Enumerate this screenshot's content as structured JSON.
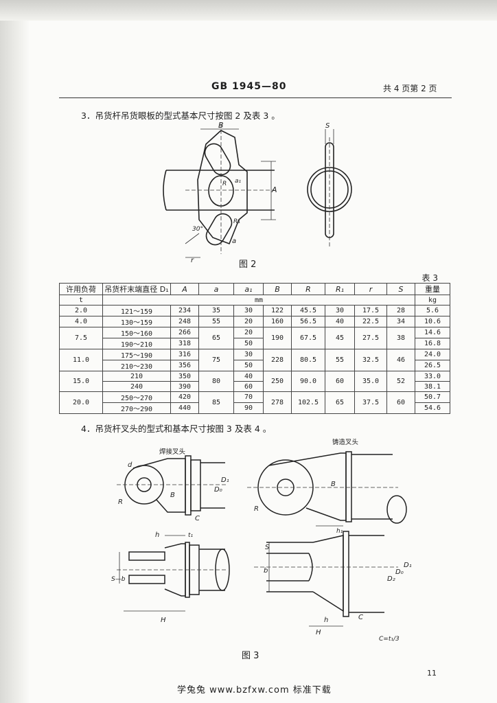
{
  "header": {
    "standard_no": "GB 1945—80",
    "page_info": "共 4 页第 2 页"
  },
  "section3": {
    "text": "3．吊货杆吊货眼板的型式基本尺寸按图 2 及表 3 。",
    "figure_caption": "图 2",
    "labels": {
      "B": "B",
      "S": "S",
      "A": "A",
      "a": "a",
      "a1": "a₁",
      "R": "R",
      "R1": "R₁",
      "r": "r",
      "angle": "30°"
    }
  },
  "table3": {
    "label": "表 3",
    "headers": [
      "许用负荷",
      "吊货杆末端直径 D₁",
      "A",
      "a",
      "a₁",
      "B",
      "R",
      "R₁",
      "r",
      "S",
      "重量"
    ],
    "unit_row": [
      "t",
      "mm",
      "kg"
    ],
    "groups": [
      {
        "load": "2.0",
        "A_B_R": {
          "a": "35",
          "B": "122",
          "R": "45.5",
          "R1": "30",
          "r": "17.5",
          "S": "28"
        },
        "rows": [
          {
            "d": "121～159",
            "A": "234",
            "a1": "30",
            "w": "5.6"
          }
        ]
      },
      {
        "load": "4.0",
        "A_B_R": {
          "a": "55",
          "B": "160",
          "R": "56.5",
          "R1": "40",
          "r": "22.5",
          "S": "34"
        },
        "rows": [
          {
            "d": "130～159",
            "A": "248",
            "a1": "20",
            "w": "10.6"
          }
        ]
      },
      {
        "load": "7.5",
        "A_B_R": {
          "a": "65",
          "B": "190",
          "R": "67.5",
          "R1": "45",
          "r": "27.5",
          "S": "38"
        },
        "rows": [
          {
            "d": "150～160",
            "A": "266",
            "a1": "20",
            "w": "14.6"
          },
          {
            "d": "190～210",
            "A": "318",
            "a1": "50",
            "w": "16.8"
          }
        ]
      },
      {
        "load": "11.0",
        "A_B_R": {
          "a": "75",
          "B": "228",
          "R": "80.5",
          "R1": "55",
          "r": "32.5",
          "S": "46"
        },
        "rows": [
          {
            "d": "175～190",
            "A": "316",
            "a1": "30",
            "w": "24.0"
          },
          {
            "d": "210～230",
            "A": "356",
            "a1": "50",
            "w": "26.5"
          }
        ]
      },
      {
        "load": "15.0",
        "A_B_R": {
          "a": "80",
          "B": "250",
          "R": "90.0",
          "R1": "60",
          "r": "35.0",
          "S": "52"
        },
        "rows": [
          {
            "d": "210",
            "A": "350",
            "a1": "40",
            "w": "33.0"
          },
          {
            "d": "240",
            "A": "390",
            "a1": "60",
            "w": "38.1"
          }
        ]
      },
      {
        "load": "20.0",
        "A_B_R": {
          "a": "85",
          "B": "278",
          "R": "102.5",
          "R1": "65",
          "r": "37.5",
          "S": "60"
        },
        "rows": [
          {
            "d": "250～270",
            "A": "420",
            "a1": "70",
            "w": "50.7"
          },
          {
            "d": "270～290",
            "A": "440",
            "a1": "90",
            "w": "54.6"
          }
        ]
      }
    ]
  },
  "section4": {
    "text": "4．吊货杆叉头的型式和基本尺寸按图 3 及表 4 。",
    "welded_label": "焊接叉头",
    "forged_label": "铸造叉头",
    "figure_caption": "图 3",
    "formula": "C=t₁/3",
    "labels": {
      "d": "d",
      "R": "R",
      "B": "B",
      "C": "C",
      "D0": "D₀",
      "D1": "D₁",
      "D2": "D₂",
      "h": "h",
      "h1": "h₁",
      "t1": "t₁",
      "S": "S",
      "b": "b",
      "H": "H",
      "S_b": "S—b"
    }
  },
  "footer": {
    "page_number": "11",
    "watermark": "学兔兔 www.bzfxw.com 标准下载"
  }
}
